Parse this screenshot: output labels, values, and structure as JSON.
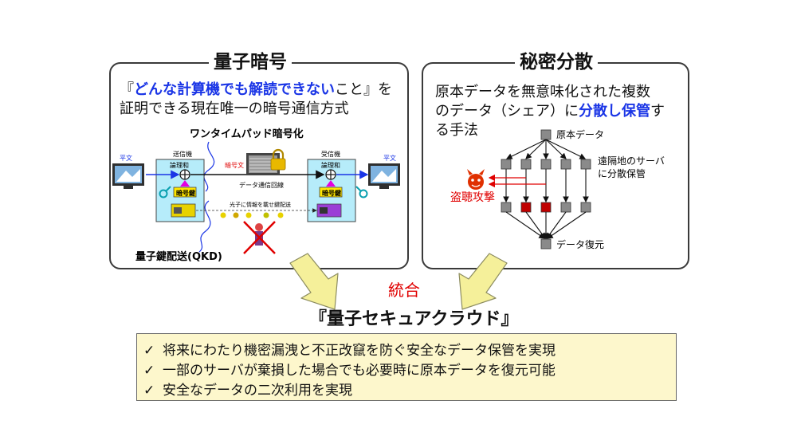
{
  "quantum_crypto": {
    "title": "量子暗号",
    "desc_open": "『",
    "desc_emph": "どんな計算機でも解読できない",
    "desc_close": "こと』を",
    "desc_line2": "証明できる現在唯一の暗号通信方式",
    "otp_label": "ワンタイムパッド暗号化",
    "qkd_label": "量子鍵配送(QKD)",
    "plaintext_label": "平文",
    "sender_label": "送信機",
    "receiver_label": "受信機",
    "xor_label": "論理和",
    "key_label": "暗号鍵",
    "ciphertext_label": "暗号文",
    "channel_label": "データ通信回線",
    "photon_label": "光子に情報を載せ鍵配送"
  },
  "secret_sharing": {
    "title": "秘密分散",
    "desc_line1": "原本データを無意味化された複数",
    "desc_line2_pre": "のデータ（シェア）に",
    "desc_line2_emph": "分散し保管",
    "desc_line2_post": "す",
    "desc_line3": "る手法",
    "original_label": "原本データ",
    "remote_label_1": "遠隔地のサーバ",
    "remote_label_2": "に分散保管",
    "attack_label": "盗聴攻撃",
    "restore_label": "データ復元"
  },
  "integration_label": "統合",
  "result_title": "『量子セキュアクラウド』",
  "benefits": [
    "将来にわたり機密漏洩と不正改竄を防ぐ安全なデータ保管を実現",
    "一部のサーバが棄損した場合でも必要時に原本データを復元可能",
    "安全なデータの二次利用を実現"
  ],
  "check_mark": "✓",
  "colors": {
    "emphasis_blue": "#1a35e6",
    "alert_red": "#e00000",
    "arrow_yellow": "#f5f09a",
    "box_cyan": "#b6ecfa",
    "key_yellow": "#ffe600",
    "magenta": "#e400e0",
    "node_gray": "#8a8a8a",
    "node_red": "#c00000",
    "benefit_bg": "#fdf7cc"
  }
}
